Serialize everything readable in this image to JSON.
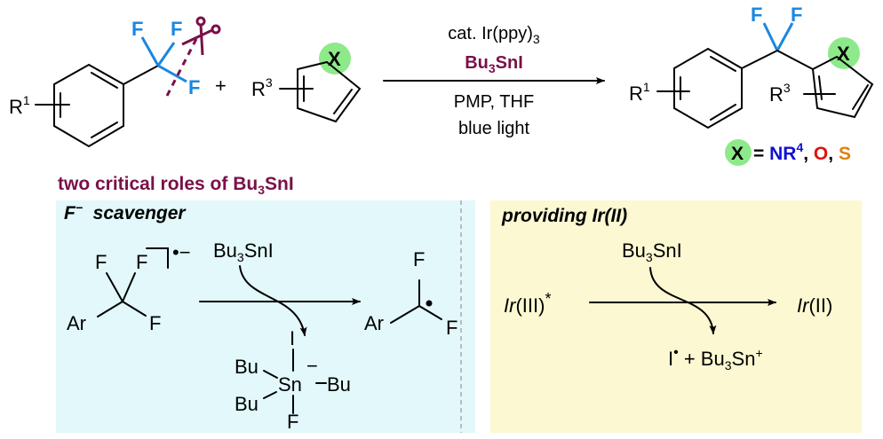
{
  "reaction": {
    "reactant1": {
      "r_label": "R",
      "r_sup": "1",
      "f1": "F",
      "f2": "F",
      "f3": "F"
    },
    "plus": "+",
    "reactant2": {
      "r_label": "R",
      "r_sup": "3",
      "x": "X"
    },
    "conditions": {
      "catalyst_prefix": "cat. ",
      "catalyst": "Ir(ppy)",
      "catalyst_sub": "3",
      "reagent_a": "Bu",
      "reagent_sub": "3",
      "reagent_b": "SnI",
      "solvent": "PMP, THF",
      "light": "blue light"
    },
    "product": {
      "r1_label": "R",
      "r1_sup": "1",
      "r3_label": "R",
      "r3_sup": "3",
      "f1": "F",
      "f2": "F",
      "x": "X"
    },
    "legend": {
      "x": "X",
      "eq": "= ",
      "n": "NR",
      "n_sup": "4",
      "sep1": ", ",
      "o": "O",
      "sep2": ", ",
      "s": "S"
    }
  },
  "roles_title": {
    "a": "two critical roles of Bu",
    "sub": "3",
    "b": "SnI"
  },
  "panel_left": {
    "title_f": "F",
    "title_sup": "−",
    "title_rest": "  scavenger",
    "reactant": {
      "ar": "Ar",
      "f1": "F",
      "f2": "F",
      "f3": "F",
      "charge": "•−"
    },
    "reagent": {
      "a": "Bu",
      "sub": "3",
      "b": "SnI"
    },
    "byproduct": {
      "i": "I",
      "sn": "Sn",
      "bu1": "Bu",
      "bu2": "Bu",
      "bu3": "Bu",
      "f": "F",
      "charge": "−"
    },
    "product": {
      "ar": "Ar",
      "f1": "F",
      "f2": "F"
    }
  },
  "panel_right": {
    "title": "providing Ir(II)",
    "reagent": {
      "a": "Bu",
      "sub": "3",
      "b": "SnI"
    },
    "start": {
      "ir": "Ir",
      "ox": "(III)",
      "star": "*"
    },
    "end": {
      "ir": "Ir",
      "ox": "(II)"
    },
    "byproduct": {
      "i": "I",
      "dot": "•",
      "plus": " + Bu",
      "sub": "3",
      "sn": "Sn",
      "sup": "+"
    }
  },
  "colors": {
    "fluorine": "#1a87e0",
    "maroon": "#7a1048",
    "x_circle": "#8ee98a",
    "nitrogen": "#1010d0",
    "oxygen": "#e01010",
    "sulfur": "#e08010",
    "left_panel": "#e2f8fa",
    "right_panel": "#fbf8d2"
  }
}
